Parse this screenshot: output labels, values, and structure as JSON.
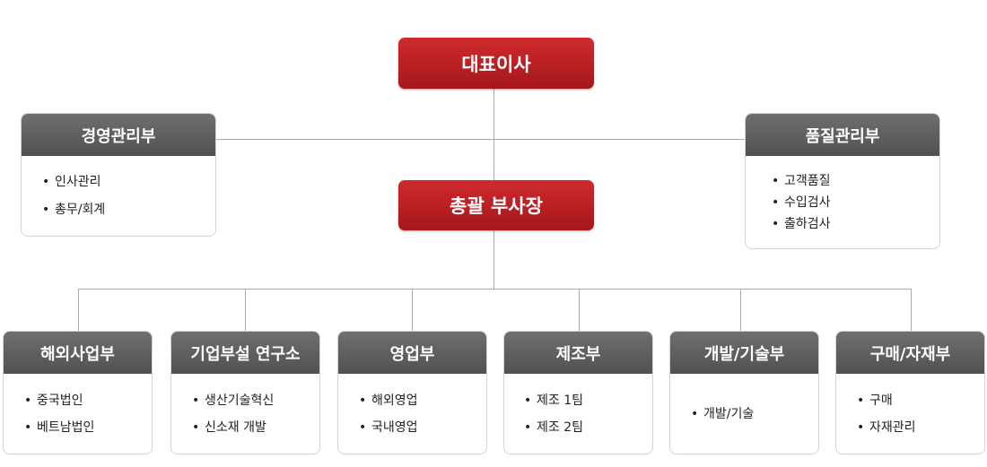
{
  "colors": {
    "exec_box": "#b91e22",
    "dept_header": "#5e5e5e",
    "connector": "#a9a9a9"
  },
  "ceo": {
    "label": "대표이사"
  },
  "vp": {
    "label": "총괄 부사장"
  },
  "staff_departments": [
    {
      "title": "경영관리부",
      "items": [
        "인사관리",
        "총무/회계"
      ]
    },
    {
      "title": "품질관리부",
      "items": [
        "고객품질",
        "수입검사",
        "출하검사"
      ]
    }
  ],
  "line_departments": [
    {
      "title": "해외사업부",
      "items": [
        "중국법인",
        "베트남법인"
      ]
    },
    {
      "title": "기업부설 연구소",
      "items": [
        "생산기술혁신",
        "신소재 개발"
      ]
    },
    {
      "title": "영업부",
      "items": [
        "해외영업",
        "국내영업"
      ]
    },
    {
      "title": "제조부",
      "items": [
        "제조 1팀",
        "제조 2팀"
      ]
    },
    {
      "title": "개발/기술부",
      "items": [
        "개발/기술"
      ]
    },
    {
      "title": "구매/자재부",
      "items": [
        "구매",
        "자재관리"
      ]
    }
  ]
}
